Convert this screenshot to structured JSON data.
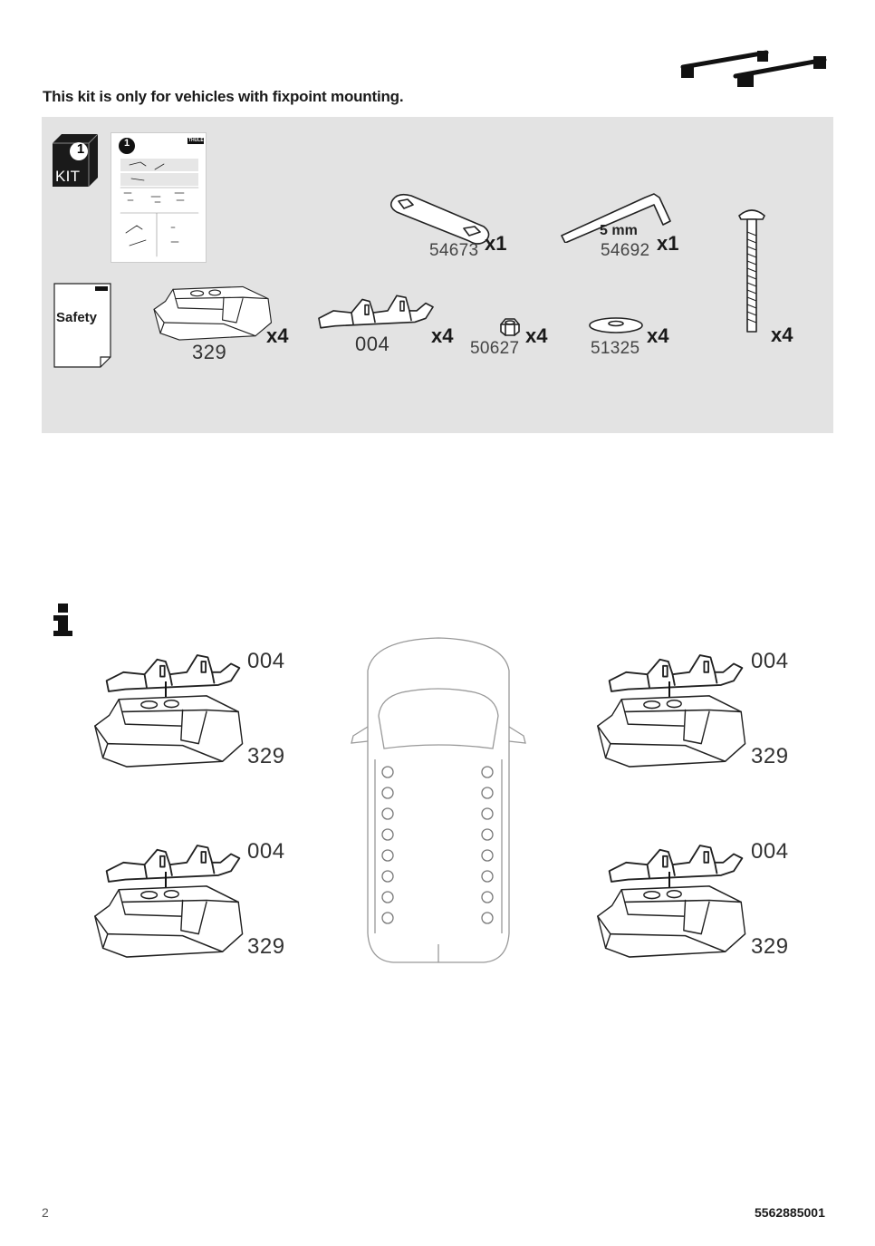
{
  "heading": "This kit is only for vehicles with fixpoint mounting.",
  "kit_panel": {
    "kit_number": "1",
    "kit_label": "KIT",
    "manual_step": "1",
    "manual_brand": "THULE",
    "safety_label": "Safety",
    "parts": [
      {
        "part": "54673",
        "qty": "x1"
      },
      {
        "part": "54692",
        "qty": "x1",
        "size": "5 mm"
      },
      {
        "part": "",
        "qty": "x4"
      },
      {
        "part": "329",
        "qty": "x4"
      },
      {
        "part": "004",
        "qty": "x4"
      },
      {
        "part": "50627",
        "qty": "x4"
      },
      {
        "part": "51325",
        "qty": "x4"
      }
    ]
  },
  "assembly": {
    "info_icon": "info-icon",
    "top_left": {
      "upper": "004",
      "lower": "329"
    },
    "bottom_left": {
      "upper": "004",
      "lower": "329"
    },
    "top_right": {
      "upper": "004",
      "lower": "329"
    },
    "bottom_right": {
      "upper": "004",
      "lower": "329"
    }
  },
  "footer": {
    "page": "2",
    "doc_number": "5562885001"
  }
}
